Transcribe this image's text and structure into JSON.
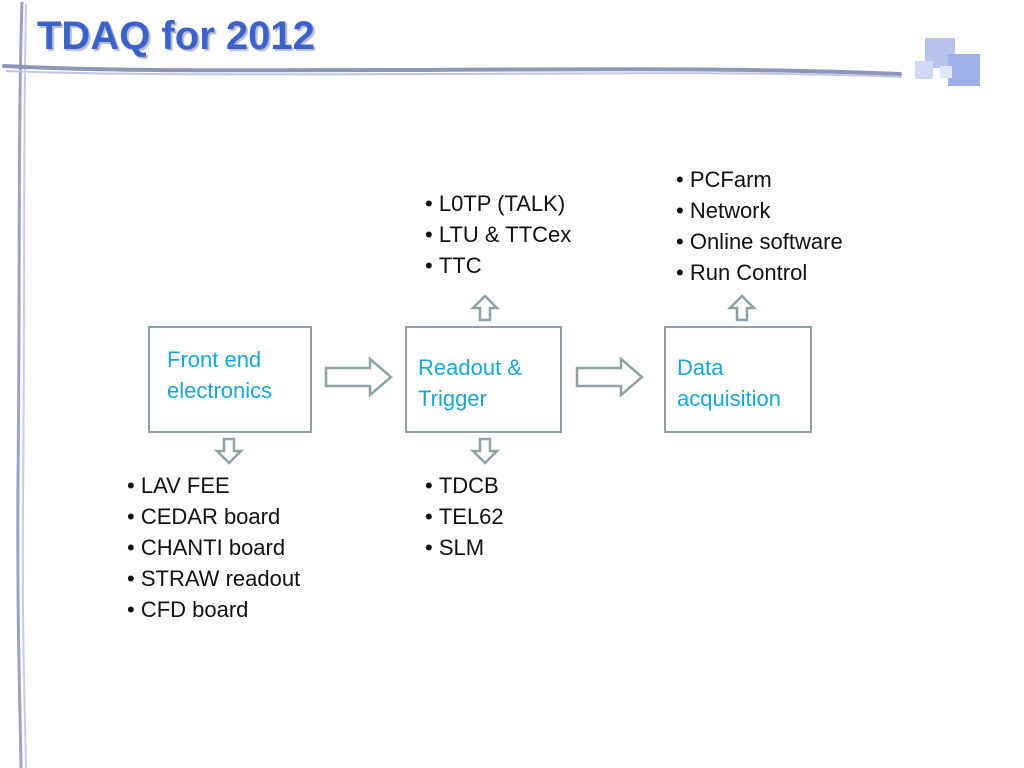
{
  "slide": {
    "title": "TDAQ for 2012"
  },
  "blocks": {
    "front_end": {
      "line1": "Front end",
      "line2": "electronics"
    },
    "readout": {
      "line1": "Readout &",
      "line2": "Trigger"
    },
    "daq": {
      "line1": "Data",
      "line2": "acquisition"
    }
  },
  "lists": {
    "front_end": [
      "LAV FEE",
      "CEDAR board",
      "CHANTI board",
      "STRAW readout",
      "CFD board"
    ],
    "readout_below": [
      "TDCB",
      "TEL62",
      "SLM"
    ],
    "readout_above": [
      "L0TP (TALK)",
      "LTU & TTCex",
      "TTC"
    ],
    "daq_above": [
      "PCFarm",
      "Network",
      "Online software",
      "Run Control"
    ]
  },
  "colors": {
    "title": "#3a62c9",
    "box_border": "#8ea2a6",
    "box_text": "#1aa6d6",
    "arrow_stroke": "#8ea2a6"
  },
  "icons": {
    "flow_arrow": "right-hollow-arrow",
    "up_arrow": "up-hollow-arrow",
    "down_arrow": "down-hollow-arrow"
  }
}
